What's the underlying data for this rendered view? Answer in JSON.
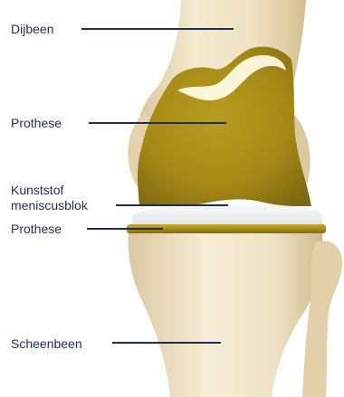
{
  "diagram": {
    "labels": {
      "dijbeen": "Dijbeen",
      "prothese_top": "Prothese",
      "kunststof_line1": "Kunststof",
      "kunststof_line2": "meniscusblok",
      "prothese_bottom": "Prothese",
      "scheenbeen": "Scheenbeen"
    },
    "colors": {
      "label_text": "#1f2d4f",
      "leader_line": "#1f2d4f",
      "bone": "#efe3c4",
      "bone_shadow": "#d8c7a0",
      "prosthesis_gold": "#a48a17",
      "prosthesis_highlight": "#fffbe6",
      "insert_white": "#f4f6f7"
    }
  }
}
